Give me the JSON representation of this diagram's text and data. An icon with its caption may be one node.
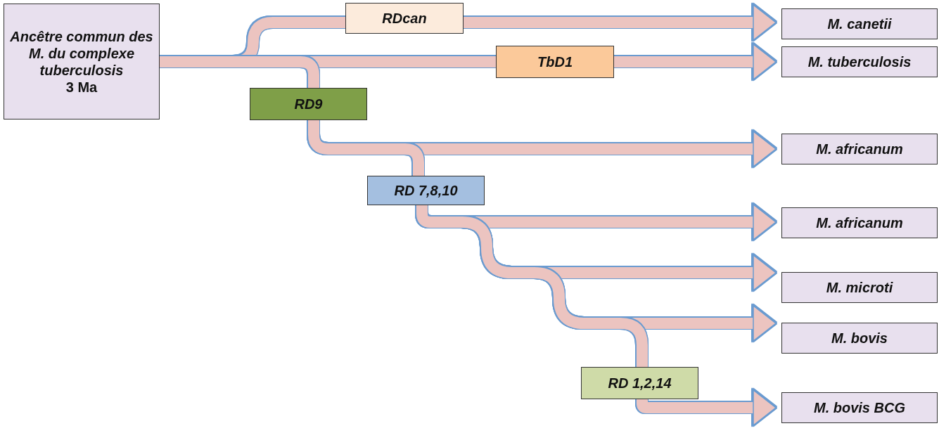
{
  "diagram": {
    "nodes": [
      {
        "text": [
          "Ancêtre commun des M. du complexe tuberculosis",
          "3 Ma"
        ]
      },
      {
        "text": [
          "RDcan"
        ]
      },
      {
        "text": [
          "TbD1"
        ]
      },
      {
        "text": [
          "RD9"
        ]
      },
      {
        "text": [
          "RD 7,8,10"
        ]
      },
      {
        "text": [
          "RD 1,2,14"
        ]
      },
      {
        "text": [
          "M. canetii"
        ]
      },
      {
        "text": [
          "M. tuberculosis"
        ]
      },
      {
        "text": [
          "M. africanum"
        ]
      },
      {
        "text": [
          "M. africanum"
        ]
      },
      {
        "text": [
          "M. microti"
        ]
      },
      {
        "text": [
          "M. bovis"
        ]
      },
      {
        "text": [
          "M. bovis BCG"
        ]
      }
    ],
    "edges": [
      {
        "from": 0,
        "to": 1,
        "arrow": "none"
      },
      {
        "from": 1,
        "to": 6,
        "arrow": "to"
      },
      {
        "from": 0,
        "to": 2,
        "arrow": "none"
      },
      {
        "from": 2,
        "to": 7,
        "arrow": "to"
      },
      {
        "from": 0,
        "to": 3,
        "arrow": "none"
      },
      {
        "from": 3,
        "to": 8,
        "arrow": "to"
      },
      {
        "from": 3,
        "to": 4,
        "arrow": "none"
      },
      {
        "from": 4,
        "to": 9,
        "arrow": "to"
      },
      {
        "from": 4,
        "to": 10,
        "arrow": "to"
      },
      {
        "from": 4,
        "to": 11,
        "arrow": "to"
      },
      {
        "from": 4,
        "to": 5,
        "arrow": "none"
      },
      {
        "from": 5,
        "to": 12,
        "arrow": "to"
      }
    ]
  }
}
